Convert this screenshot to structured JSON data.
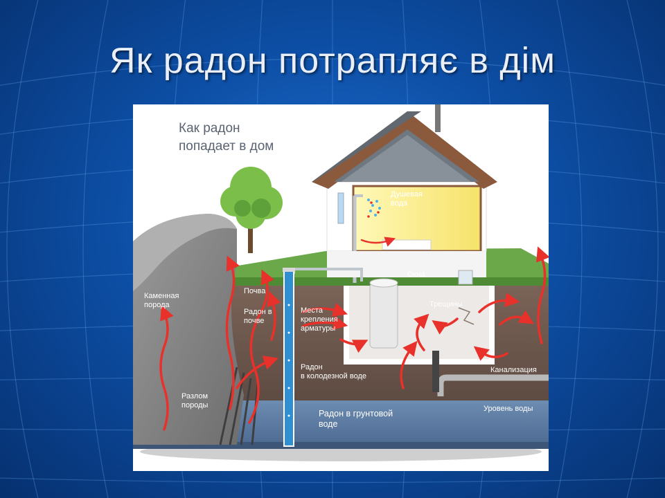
{
  "slide": {
    "title": "Як радон потрапляє в дім"
  },
  "diagram": {
    "heading": "Как радон\nпопадает в дом",
    "labels": {
      "shower_water": "Душевая\nвода",
      "windows": "Окна",
      "cracks": "Трещины",
      "soil": "Почва",
      "radon_in_soil": "Радон в\nпочве",
      "fittings": "Места\nкрепления\nарматуры",
      "stone_rock": "Каменная\nпорода",
      "radon_well_water": "Радон\nв колодезной воде",
      "sewer": "Канализация",
      "rock_fault": "Разлом\nпороды",
      "radon_groundwater": "Радон в грунтовой\nводе",
      "water_level": "Уровень воды"
    },
    "colors": {
      "slide_bg": "#0d4fa6",
      "soil": "#6f5a4f",
      "groundwater": "#5f7fa6",
      "radon_arrow": "#e8312b",
      "attic_light": "#fbf08a",
      "grass": "#5b9a3d"
    }
  }
}
